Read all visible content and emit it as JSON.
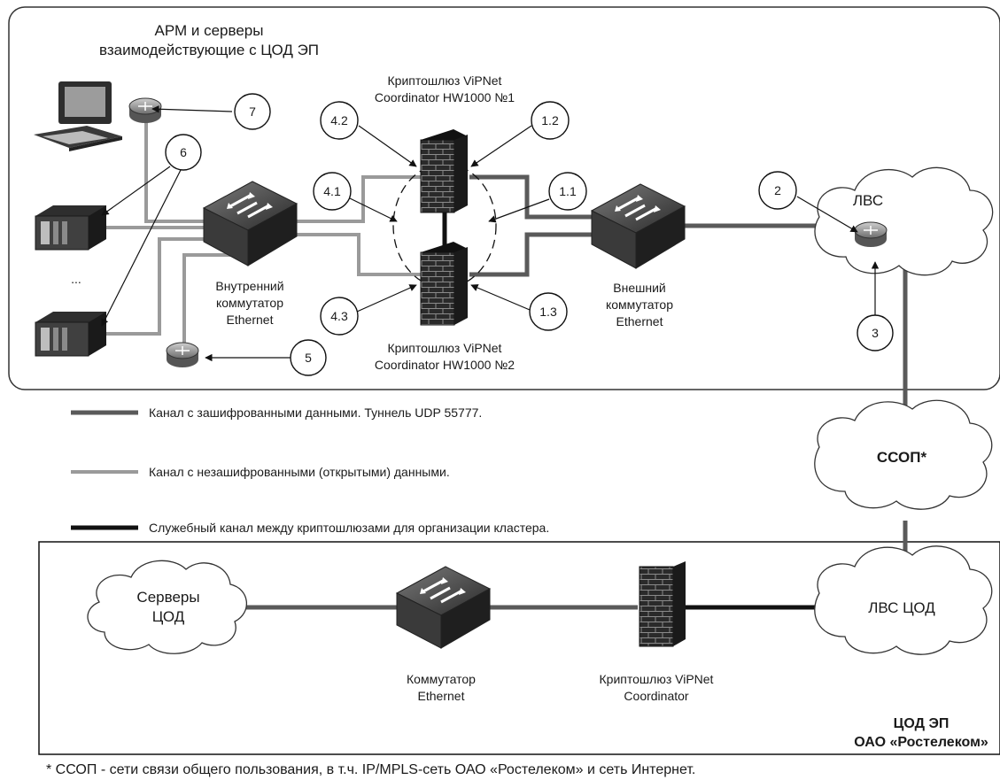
{
  "top_zone": {
    "title_line1": "АРМ и серверы",
    "title_line2": "взаимодействующие с ЦОД ЭП",
    "gateway1_line1": "Криптошлюз ViPNet",
    "gateway1_line2": "Coordinator HW1000 №1",
    "gateway2_line1": "Криптошлюз ViPNet",
    "gateway2_line2": "Coordinator HW1000 №2",
    "internal_switch_line1": "Внутренний",
    "internal_switch_line2": "коммутатор",
    "internal_switch_line3": "Ethernet",
    "external_switch_line1": "Внешний",
    "external_switch_line2": "коммутатор",
    "external_switch_line3": "Ethernet",
    "ellipsis": "...",
    "lan": "ЛВС"
  },
  "callouts": [
    "7",
    "6",
    "4.2",
    "1.2",
    "4.1",
    "1.1",
    "2",
    "4.3",
    "1.3",
    "5",
    "3"
  ],
  "middle": {
    "pstn": "ССОП*"
  },
  "legend": {
    "encrypted": "Канал с зашифрованными данными. Туннель UDP 55777.",
    "unencrypted": "Канал с незашифрованными (открытыми) данными.",
    "service": "Служебный канал между криптошлюзами для организации кластера."
  },
  "bottom_zone": {
    "servers_line1": "Серверы",
    "servers_line2": "ЦОД",
    "switch_line1": "Коммутатор",
    "switch_line2": "Ethernet",
    "gateway_line1": "Криптошлюз ViPNet",
    "gateway_line2": "Coordinator",
    "lan": "ЛВС ЦОД",
    "org_line1": "ЦОД ЭП",
    "org_line2": "ОАО «Ростелеком»"
  },
  "footnote": "* ССОП - сети связи общего пользования, в т.ч. IP/MPLS-сеть ОАО «Ростелеком» и сеть Интернет.",
  "colors": {
    "encrypted_line": "#5a5a5a",
    "unencrypted_line": "#9a9a9a",
    "service_line": "#111111",
    "device_dark": "#2e2e2e"
  },
  "icons": [
    "workstation-icon",
    "router-icon",
    "server-icon",
    "switch-icon",
    "firewall-icon",
    "cloud-icon"
  ]
}
